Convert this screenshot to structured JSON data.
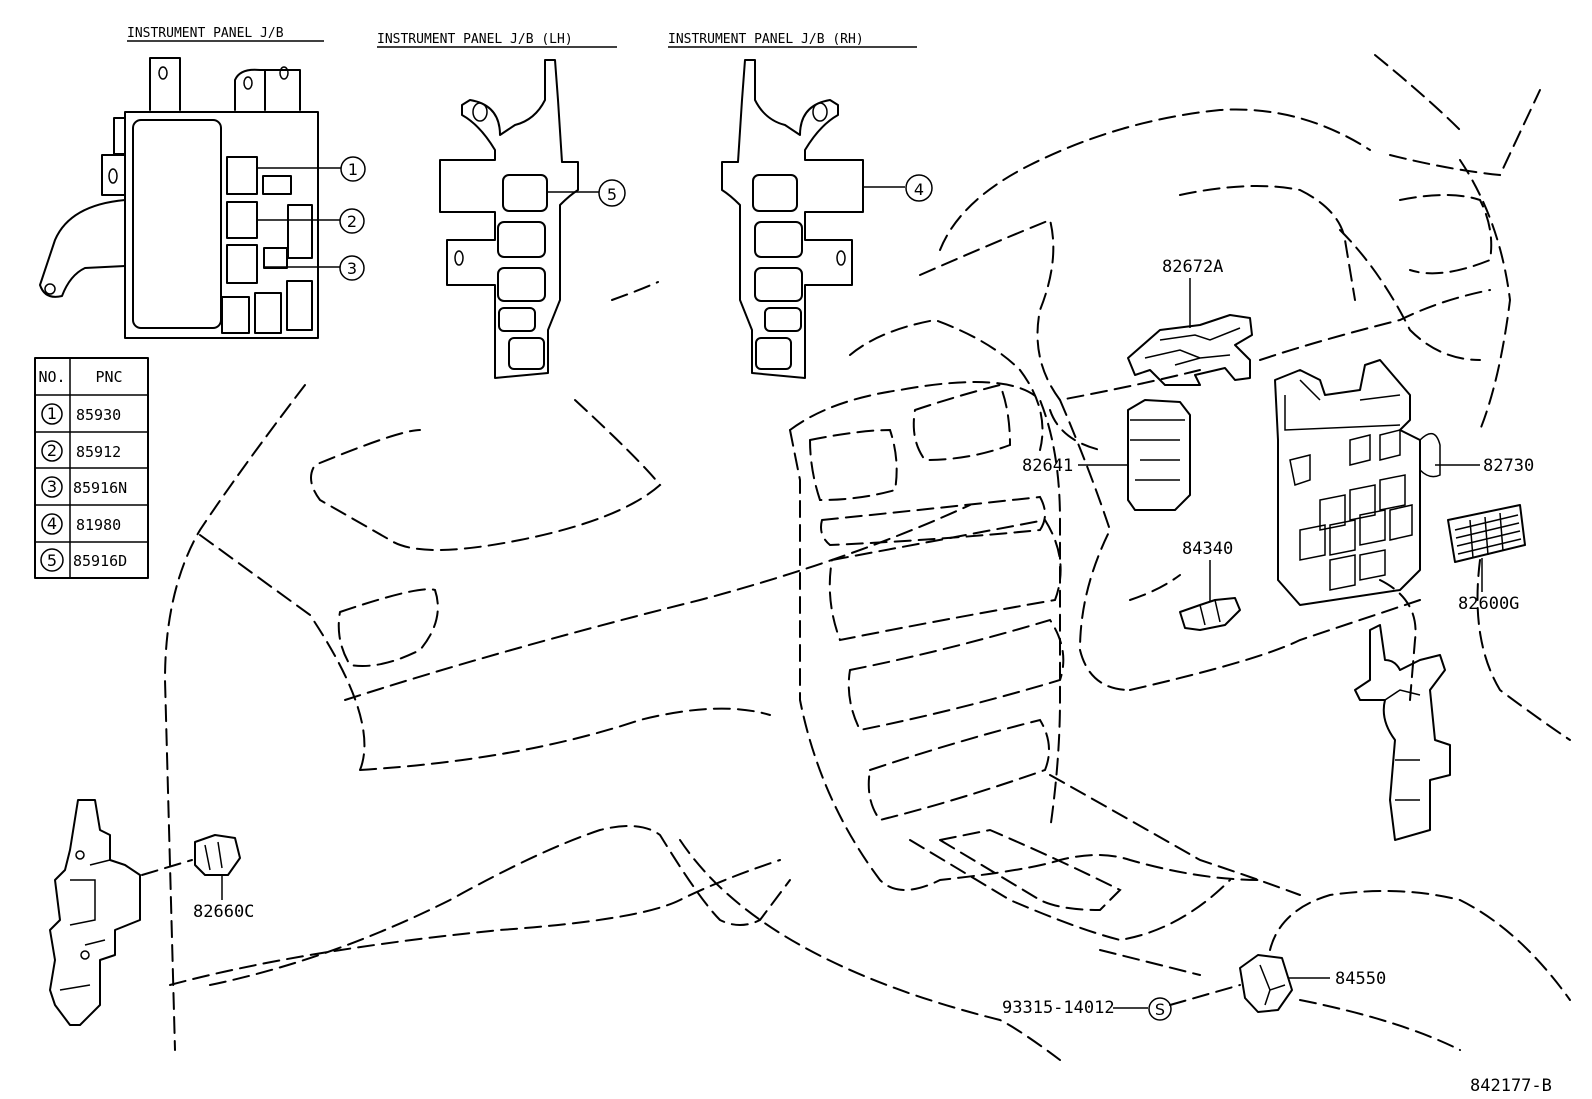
{
  "titles": {
    "jb": "INSTRUMENT PANEL J/B",
    "jb_lh": "INSTRUMENT PANEL J/B (LH)",
    "jb_rh": "INSTRUMENT PANEL J/B  (RH)"
  },
  "pnc_table": {
    "header_no": "NO.",
    "header_pnc": "PNC",
    "rows": [
      {
        "no": "1",
        "pnc": "85930"
      },
      {
        "no": "2",
        "pnc": "85912"
      },
      {
        "no": "3",
        "pnc": "85916N"
      },
      {
        "no": "4",
        "pnc": "81980"
      },
      {
        "no": "5",
        "pnc": "85916D"
      }
    ]
  },
  "callouts": {
    "c1": "1",
    "c2": "2",
    "c3": "3",
    "c4": "4",
    "c5": "5",
    "s": "S"
  },
  "part_labels": {
    "p82672A": "82672A",
    "p82641": "82641",
    "p82730": "82730",
    "p84340": "84340",
    "p82600G": "82600G",
    "p82660C": "82660C",
    "p84550": "84550",
    "p93315": "93315-14012"
  },
  "diagram_id": "842177-B"
}
